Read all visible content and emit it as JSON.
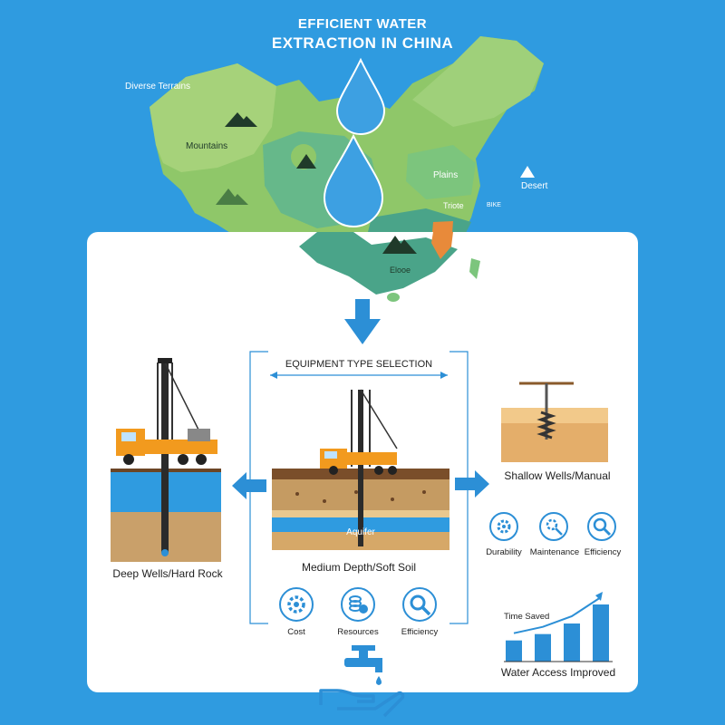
{
  "header": {
    "title_line1": "EFFICIENT WATER",
    "title_line2": "EXTRACTION IN CHINA"
  },
  "map": {
    "labels": {
      "diverse_terrains": "Diverse Terrains",
      "mountains": "Mountains",
      "plains": "Plains",
      "desert": "Desert",
      "triote": "Triote",
      "bike": "BIKE",
      "elooe": "Elooe"
    }
  },
  "center": {
    "heading": "EQUIPMENT TYPE SELECTION",
    "caption": "Medium Depth/Soft Soil",
    "aquifer_label": "Aquifer",
    "icons": [
      {
        "name": "gear-icon",
        "label": "Cost"
      },
      {
        "name": "coins-icon",
        "label": "Resources"
      },
      {
        "name": "magnifier-icon",
        "label": "Efficiency"
      }
    ]
  },
  "left": {
    "caption": "Deep Wells/Hard Rock"
  },
  "right": {
    "caption": "Shallow Wells/Manual",
    "icons": [
      {
        "name": "gear-icon",
        "label": "Durability"
      },
      {
        "name": "gear-wrench-icon",
        "label": "Maintenance"
      },
      {
        "name": "magnifier-icon",
        "label": "Efficiency"
      }
    ],
    "chart": {
      "title": "Time Saved",
      "caption": "Water Access Improved",
      "values": [
        1,
        1.3,
        1.8,
        2.7
      ],
      "max": 3
    }
  },
  "colors": {
    "background": "#2f9be0",
    "accent": "#2c8fd6",
    "soil": "#c9a06a",
    "water": "#2f9be0"
  }
}
